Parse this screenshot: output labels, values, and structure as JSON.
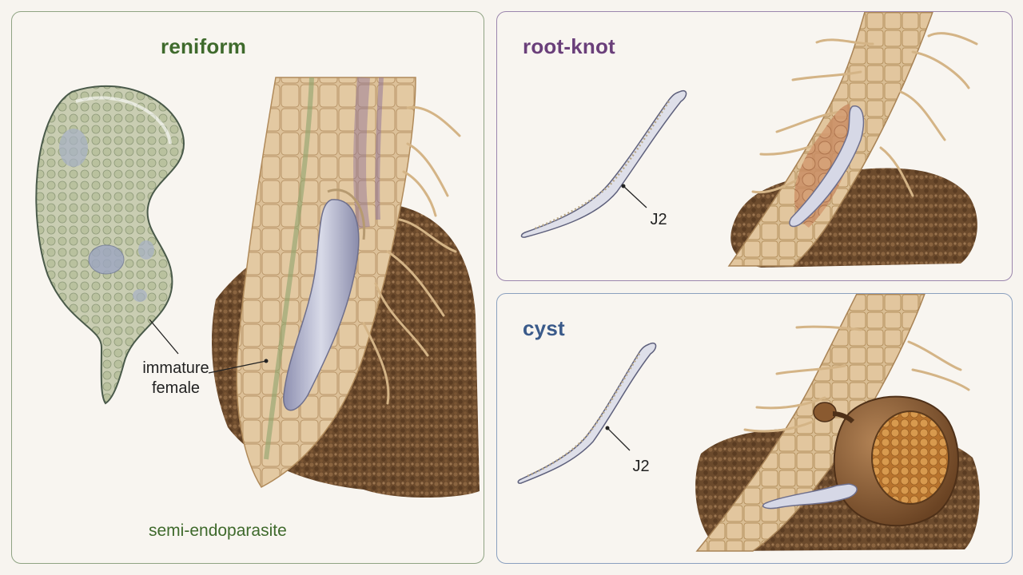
{
  "panels": {
    "reniform": {
      "title": "reniform",
      "label_lines": [
        "immature",
        "female"
      ],
      "footer": "semi-endoparasite",
      "accent": "#3f6a2c"
    },
    "root_knot": {
      "title": "root-knot",
      "label": "J2",
      "accent": "#6a3f7a"
    },
    "cyst": {
      "title": "cyst",
      "label": "J2",
      "accent": "#3a5a8a"
    }
  }
}
